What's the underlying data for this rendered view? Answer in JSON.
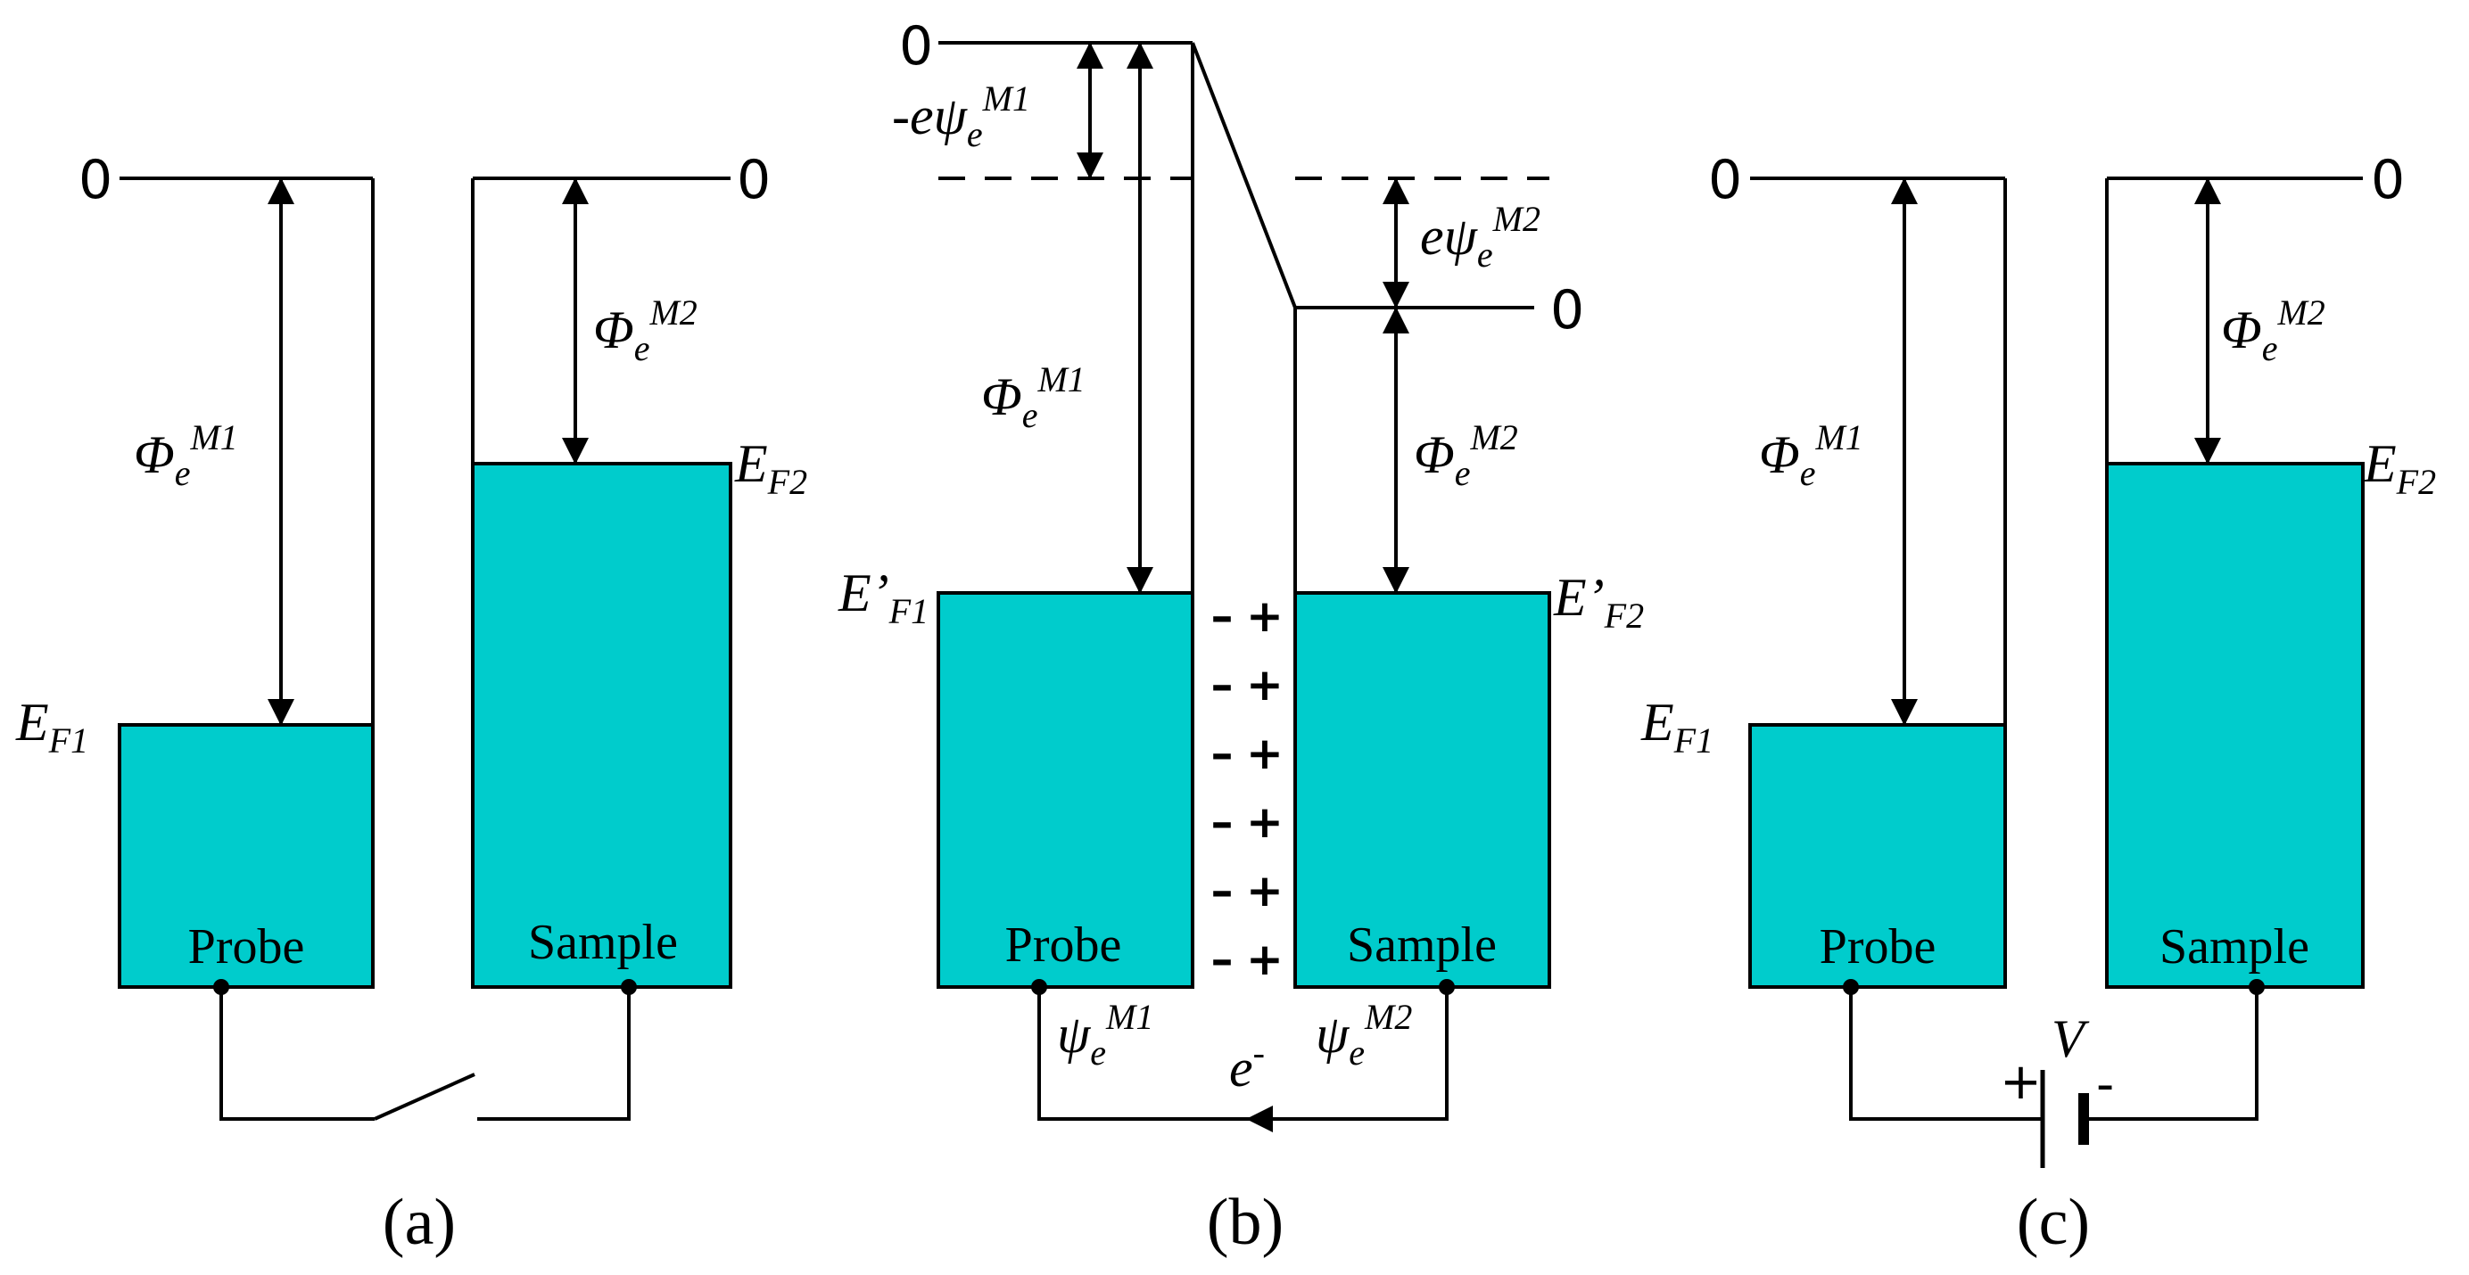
{
  "zero_label": "0",
  "panels": [
    {
      "caption": "(a)",
      "probe_label": "Probe",
      "sample_label": "Sample",
      "probe_workfunction": {
        "base": "Φ",
        "sub": "e",
        "sup": "M1"
      },
      "sample_workfunction": {
        "base": "Φ",
        "sub": "e",
        "sup": "M2"
      },
      "probe_fermi": {
        "base": "E",
        "sub": "F1"
      },
      "sample_fermi": {
        "base": "E",
        "sub": "F2"
      }
    },
    {
      "caption": "(b)",
      "probe_label": "Probe",
      "sample_label": "Sample",
      "probe_workfunction": {
        "base": "Φ",
        "sub": "e",
        "sup": "M1"
      },
      "sample_workfunction": {
        "base": "Φ",
        "sub": "e",
        "sup": "M2"
      },
      "probe_potential": {
        "base": "-eψ",
        "sub": "e",
        "sup": "M1"
      },
      "sample_potential": {
        "base": "eψ",
        "sub": "e",
        "sup": "M2"
      },
      "probe_fermi": {
        "base": "E’",
        "sub": "F1"
      },
      "sample_fermi": {
        "base": "E’",
        "sub": "F2"
      },
      "probe_surface_potential": {
        "base": "ψ",
        "sub": "e",
        "sup": "M1"
      },
      "sample_surface_potential": {
        "base": "ψ",
        "sub": "e",
        "sup": "M2"
      },
      "electron": {
        "base": "e",
        "sup": "-"
      },
      "charge_minus": "–",
      "charge_plus": "+"
    },
    {
      "caption": "(c)",
      "probe_label": "Probe",
      "sample_label": "Sample",
      "probe_workfunction": {
        "base": "Φ",
        "sub": "e",
        "sup": "M1"
      },
      "sample_workfunction": {
        "base": "Φ",
        "sub": "e",
        "sup": "M2"
      },
      "probe_fermi": {
        "base": "E",
        "sub": "F1"
      },
      "sample_fermi": {
        "base": "E",
        "sub": "F2"
      },
      "voltage": "V",
      "battery_plus": "+",
      "battery_minus": "-"
    }
  ],
  "colors": {
    "band_fill": "#00cccc",
    "line": "#000000"
  }
}
